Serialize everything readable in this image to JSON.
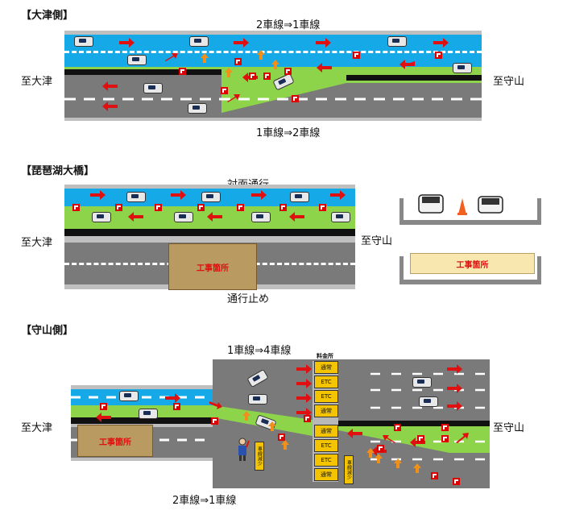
{
  "otsu_side": {
    "title": "【大津側】",
    "top_label": "2車線⇒1車線",
    "bottom_label": "1車線⇒2車線",
    "left_label": "至大津",
    "right_label": "至守山"
  },
  "biwako_bridge": {
    "title": "【琵琶湖大橋】",
    "top_label": "対面通行",
    "bottom_label": "通行止め",
    "left_label": "至大津",
    "right_label": "至守山",
    "works_label": "工事箇所",
    "cross_section_works_label": "工事箇所"
  },
  "moriyama_side": {
    "title": "【守山側】",
    "top_label": "1車線⇒4車線",
    "bottom_label": "2車線⇒1車線",
    "left_label": "至大津",
    "right_label": "至守山",
    "works_label": "工事箇所",
    "tollgate_label": "料金所",
    "booths_upper": [
      "通常",
      "ETC",
      "ETC",
      "通常"
    ],
    "booths_lower": [
      "通常",
      "ETC",
      "ETC",
      "通常"
    ],
    "sign_1": "車線減少",
    "sign_2": "車線減少"
  },
  "colors": {
    "blue_lane": "#16a9e8",
    "green_lane": "#8ed44a",
    "asphalt": "#7a7a7a",
    "arrow": "#e01010",
    "works_area": "#b99a60"
  }
}
